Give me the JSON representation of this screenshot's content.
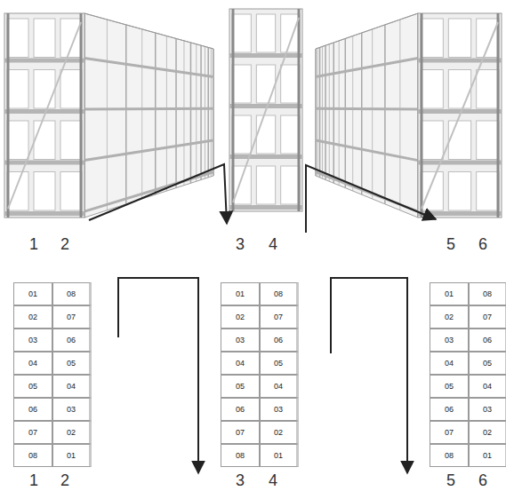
{
  "diagram": {
    "labels": [
      "1",
      "2",
      "3",
      "4",
      "5",
      "6",
      "01",
      "08",
      "02",
      "07",
      "03",
      "06",
      "04",
      "05",
      "05",
      "04",
      "06",
      "03",
      "07",
      "02",
      "08",
      "01",
      "01",
      "08",
      "02",
      "07",
      "03",
      "06",
      "04",
      "05",
      "05",
      "04",
      "06",
      "03",
      "07",
      "02",
      "08",
      "01",
      "01",
      "08",
      "02",
      "07",
      "03",
      "06",
      "04",
      "05",
      "05",
      "04",
      "06",
      "03",
      "07",
      "02",
      "08",
      "01",
      "1",
      "2",
      "3",
      "4",
      "5",
      "6"
    ]
  }
}
